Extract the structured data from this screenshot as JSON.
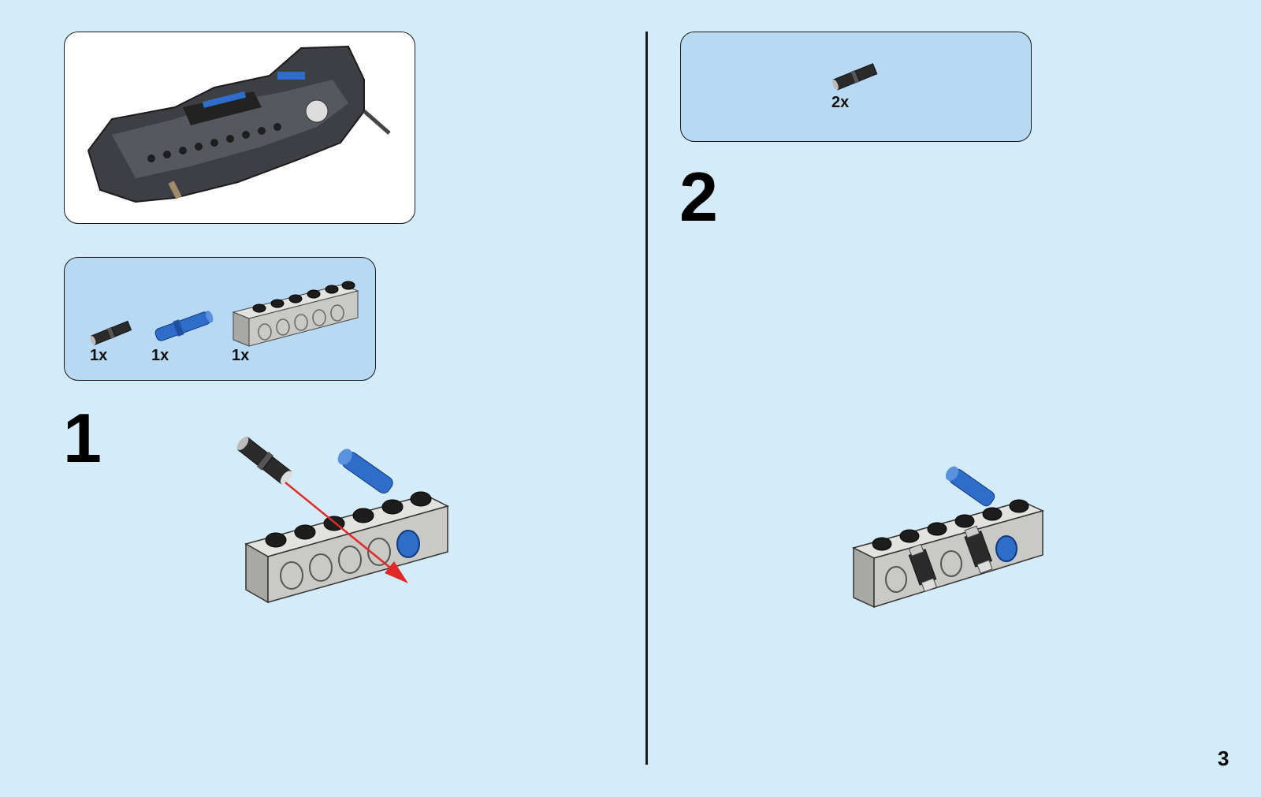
{
  "parts_list_1": {
    "items": [
      {
        "name": "pin-with-bush",
        "quantity": "1x",
        "color": "#2b2b2b"
      },
      {
        "name": "blue-axle-pin",
        "quantity": "1x",
        "color": "#2e6dc9"
      },
      {
        "name": "gray-technic-brick-1x6",
        "quantity": "1x",
        "color": "#c9c9c5"
      }
    ]
  },
  "parts_list_2": {
    "items": [
      {
        "name": "pin-with-bush",
        "quantity": "2x",
        "color": "#2b2b2b"
      }
    ]
  },
  "steps": [
    {
      "number": "1"
    },
    {
      "number": "2"
    }
  ],
  "page_number": "3",
  "colors": {
    "background": "#d4ebfa",
    "parts_box": "#b8d9f3",
    "arrow": "#e02a2a",
    "brick_gray": "#c9c9c5",
    "blue_part": "#2e6dc9"
  }
}
